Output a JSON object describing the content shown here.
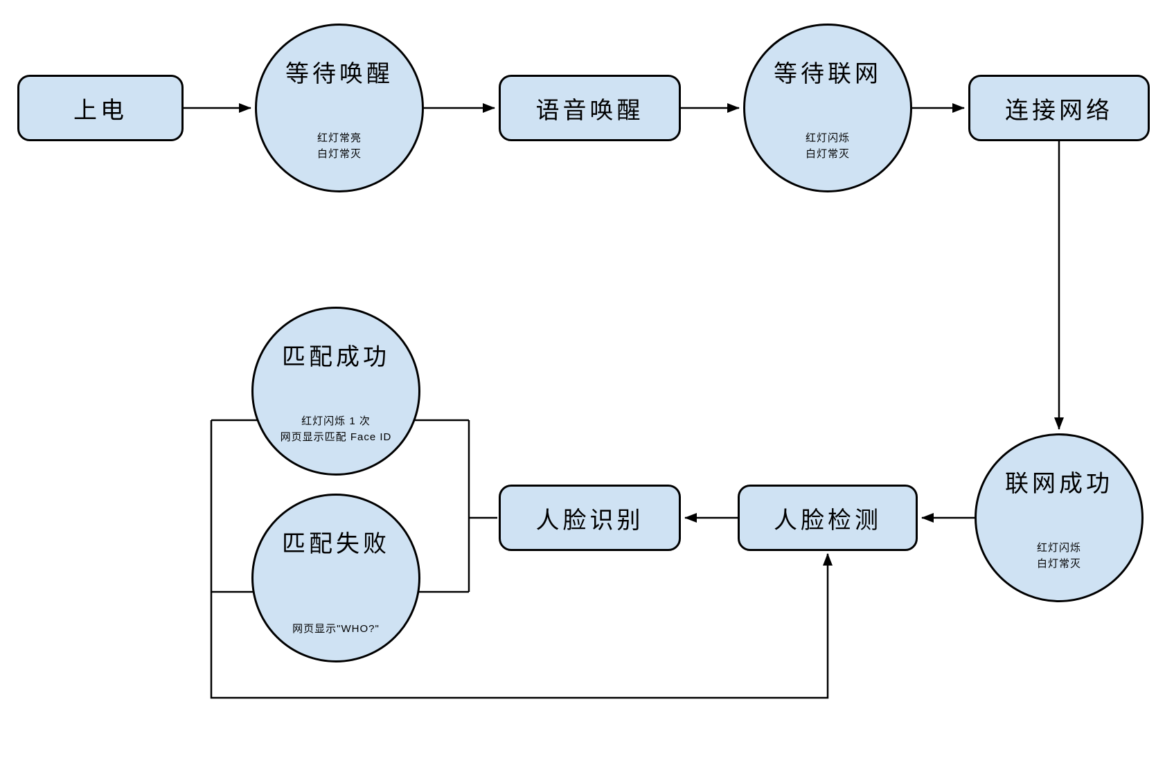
{
  "diagram": {
    "colors": {
      "node_fill": "#cfe2f3",
      "node_stroke": "#000000",
      "connector": "#000000",
      "background": "#ffffff"
    },
    "nodes": {
      "power_on": {
        "shape": "rect",
        "label": "上电"
      },
      "wait_wake": {
        "shape": "circle",
        "label": "等待唤醒",
        "sublabel": "红灯常亮\n白灯常灭"
      },
      "voice_wake": {
        "shape": "rect",
        "label": "语音唤醒"
      },
      "wait_network": {
        "shape": "circle",
        "label": "等待联网",
        "sublabel": "红灯闪烁\n白灯常灭"
      },
      "connect_network": {
        "shape": "rect",
        "label": "连接网络"
      },
      "network_success": {
        "shape": "circle",
        "label": "联网成功",
        "sublabel": "红灯闪烁\n白灯常灭"
      },
      "face_detect": {
        "shape": "rect",
        "label": "人脸检测"
      },
      "face_recognize": {
        "shape": "rect",
        "label": "人脸识别"
      },
      "match_success": {
        "shape": "circle",
        "label": "匹配成功",
        "sublabel": "红灯闪烁 1 次\n网页显示匹配 Face ID"
      },
      "match_fail": {
        "shape": "circle",
        "label": "匹配失败",
        "sublabel": "网页显示\"WHO?\""
      }
    },
    "edges": [
      {
        "from": "power_on",
        "to": "wait_wake",
        "arrow": true
      },
      {
        "from": "wait_wake",
        "to": "voice_wake",
        "arrow": true
      },
      {
        "from": "voice_wake",
        "to": "wait_network",
        "arrow": true
      },
      {
        "from": "wait_network",
        "to": "connect_network",
        "arrow": true
      },
      {
        "from": "connect_network",
        "to": "network_success",
        "arrow": true
      },
      {
        "from": "network_success",
        "to": "face_detect",
        "arrow": true
      },
      {
        "from": "face_detect",
        "to": "face_recognize",
        "arrow": true
      },
      {
        "from": "face_recognize",
        "to": "match_success",
        "arrow": false
      },
      {
        "from": "face_recognize",
        "to": "match_fail",
        "arrow": false
      },
      {
        "from": "match_success",
        "to": "face_detect",
        "arrow": true
      },
      {
        "from": "match_fail",
        "to": "face_detect",
        "arrow": true
      }
    ]
  }
}
